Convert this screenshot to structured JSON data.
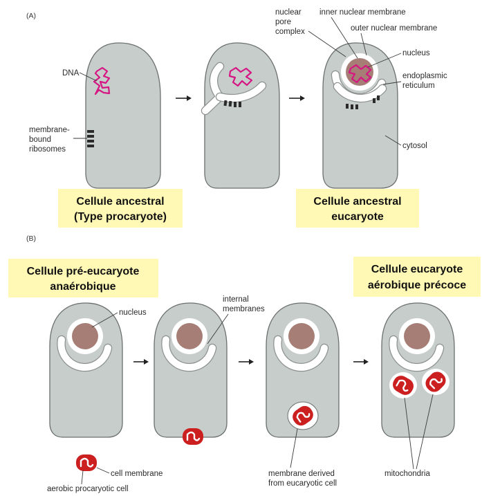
{
  "panels": {
    "a": "(A)",
    "b": "(B)"
  },
  "labels": {
    "dna": "DNA",
    "membrane_bound_ribosomes": [
      "membrane-",
      "bound",
      "ribosomes"
    ],
    "nuclear_pore_complex": [
      "nuclear",
      "pore",
      "complex"
    ],
    "inner_nuclear_membrane": "inner nuclear membrane",
    "outer_nuclear_membrane": "outer nuclear membrane",
    "nucleus_a": "nucleus",
    "endoplasmic_reticulum": [
      "endoplasmic",
      "reticulum"
    ],
    "cytosol": "cytosol",
    "nucleus_b": "nucleus",
    "internal_membranes": [
      "internal",
      "membranes"
    ],
    "cell_membrane": "cell membrane",
    "aerobic_procaryotic_cell": "aerobic procaryotic cell",
    "membrane_derived": [
      "membrane derived",
      "from eucaryotic cell"
    ],
    "mitochondria": "mitochondria"
  },
  "boxes": {
    "ancestral_prokaryote": [
      "Cellule ancestral",
      "(Type procaryote)"
    ],
    "ancestral_eukaryote": [
      "Cellule ancestral",
      "eucaryote"
    ],
    "pre_eukaryote": [
      "Cellule pré-eucaryote",
      "anaérobique"
    ],
    "early_eukaryote": [
      "Cellule eucaryote",
      "aérobique précoce"
    ]
  },
  "colors": {
    "cell": "#c6cdca",
    "nucleus": "#a67e75",
    "dna": "#d51683",
    "mitochondria": "#cc1f1f",
    "box": "#fff9b5"
  }
}
